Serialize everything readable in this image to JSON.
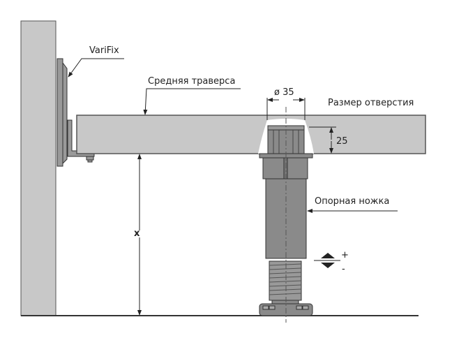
{
  "labels": {
    "varifix": "VariFix",
    "middle_traverse": "Средняя траверса",
    "diameter": "ø 35",
    "hole_size": "Размер отверстия",
    "depth": "25",
    "support_leg": "Опорная ножка",
    "height_var": "x",
    "plus": "+",
    "minus": "-"
  },
  "colors": {
    "part_fill": "#c8c8c8",
    "leg_fill": "#8a8a8a",
    "line": "#333333"
  }
}
